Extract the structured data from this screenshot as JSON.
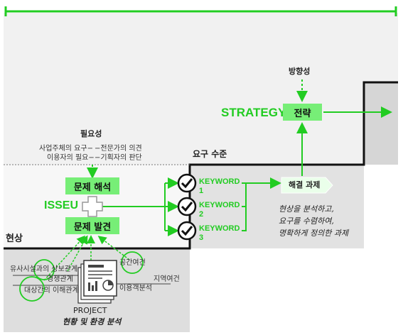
{
  "diagram": {
    "stage_current": "현상",
    "stage_requirement": "요구 수준",
    "direction": "방향성",
    "strategy_label": "STRATEGY",
    "strategy_box": "전략",
    "necessity": "필요성",
    "needs_left": [
      "사업주체의 요구−",
      "이용자의 필요−"
    ],
    "needs_right": [
      "−전문가의 의견",
      "−기획자의 판단"
    ],
    "problem_analysis": "문제 해석",
    "problem_discovery": "문제 발견",
    "issue_label": "ISSEU",
    "keywords": [
      {
        "label": "KEYWORD",
        "num": "1"
      },
      {
        "label": "KEYWORD",
        "num": "2"
      },
      {
        "label": "KEYWORD",
        "num": "3"
      }
    ],
    "solution_task": "해결 과제",
    "solution_desc": [
      "현상을 분석하고,",
      "요구를 수렴하여,",
      "명확하게 정의한 과제"
    ],
    "project": {
      "factors": [
        "유사시설과의 상보관계",
        "경쟁관계",
        "공간여건",
        "대상간의 이해관계",
        "이용객분석",
        "지역여건"
      ],
      "title": "PROJECT",
      "subtitle": "현황 및 환경 분석"
    },
    "colors": {
      "accent": "#22cc22",
      "box_fill": "#77ee77",
      "gray_light": "#f0f0f0",
      "gray_mid": "#e3e3e3",
      "gray_dark": "#cfcfcf"
    }
  }
}
